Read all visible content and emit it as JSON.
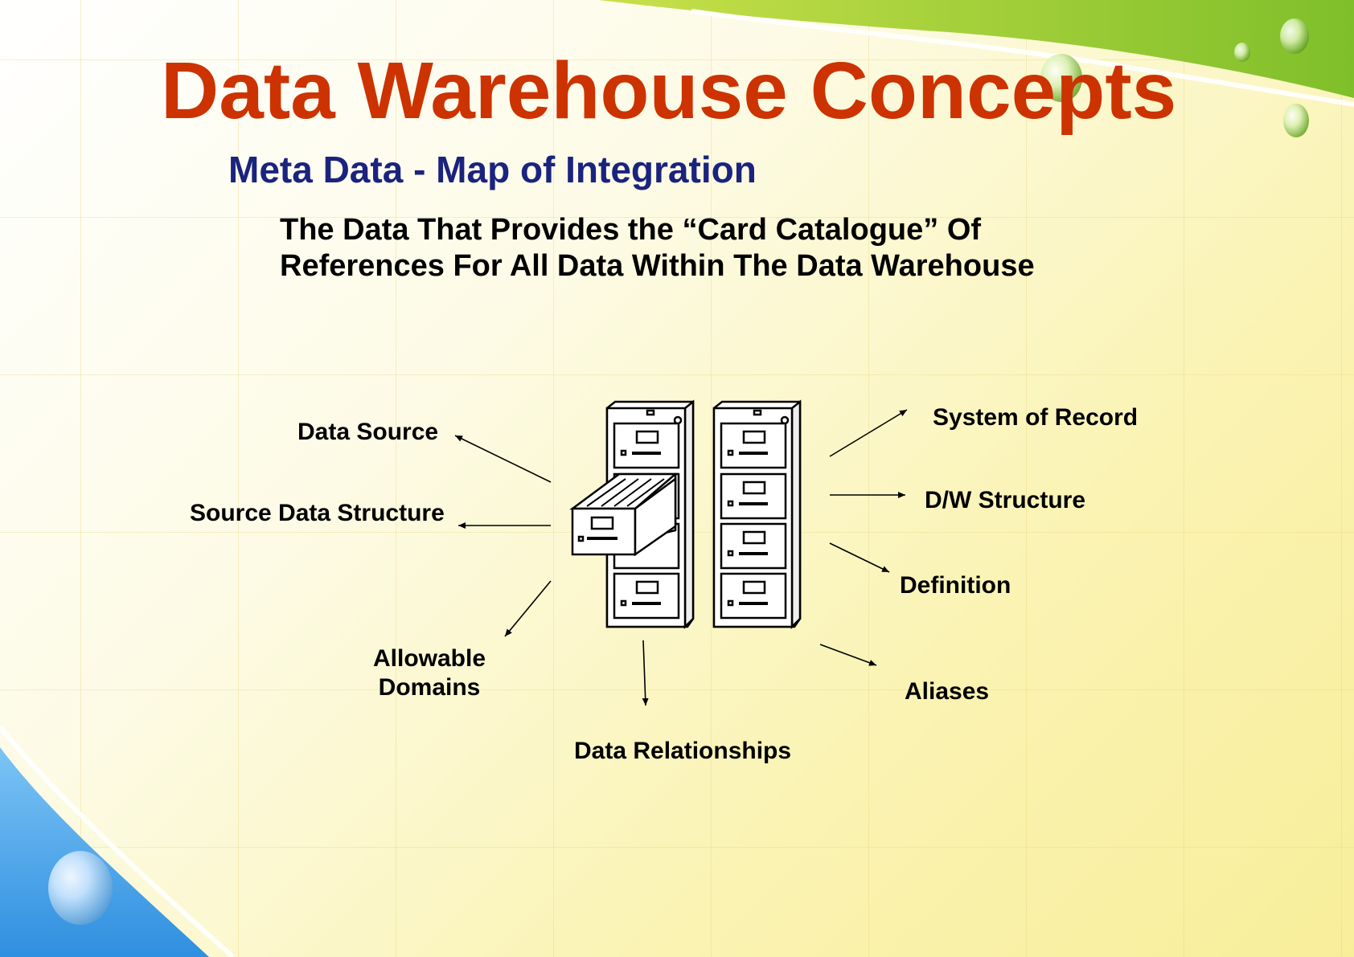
{
  "slide": {
    "title": "Data Warehouse Concepts",
    "subtitle": "Meta Data - Map of Integration",
    "description": {
      "line1": "The Data That Provides the “Card Catalogue” Of",
      "line2": "References For All Data Within The Data Warehouse"
    }
  },
  "diagram": {
    "center_icon": "filing-cabinet-icon",
    "labels": {
      "data_source": "Data Source",
      "source_data_structure": "Source Data Structure",
      "allowable_line1": "Allowable",
      "allowable_line2": "Domains",
      "data_relationships": "Data Relationships",
      "system_of_record": "System of Record",
      "dw_structure": "D/W Structure",
      "definition": "Definition",
      "aliases": "Aliases"
    }
  },
  "colors": {
    "title": "#cc3300",
    "subtitle": "#1a237e",
    "accent_green": "#8cc63f",
    "accent_blue": "#4aa3e8"
  }
}
